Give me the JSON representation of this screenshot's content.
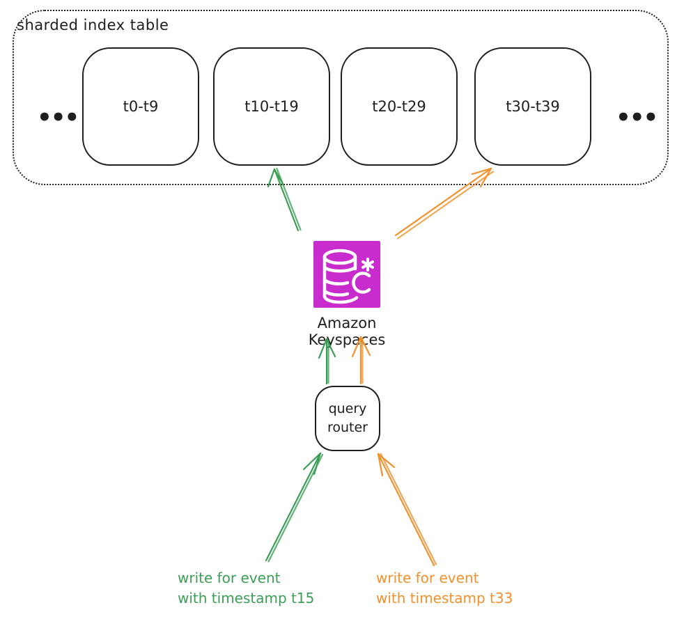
{
  "container_label": "sharded index table",
  "ellipsis_left": "•••",
  "ellipsis_right": "•••",
  "shards": [
    "t0-t9",
    "t10-t19",
    "t20-t29",
    "t30-t39"
  ],
  "keyspaces": {
    "label": "Amazon Keyspaces",
    "icon": "amazon-keyspaces-database-icon"
  },
  "router": {
    "label": "query\nrouter"
  },
  "writes": {
    "green": {
      "text": "write for event\nwith timestamp t15"
    },
    "orange": {
      "text": "write for event\nwith timestamp t33"
    }
  },
  "colors": {
    "ink": "#1e1e1e",
    "green": "#3b9e55",
    "orange": "#f0912c",
    "keyspaces_magenta": "#c82ccd",
    "icon_glyph": "#ffffff"
  }
}
